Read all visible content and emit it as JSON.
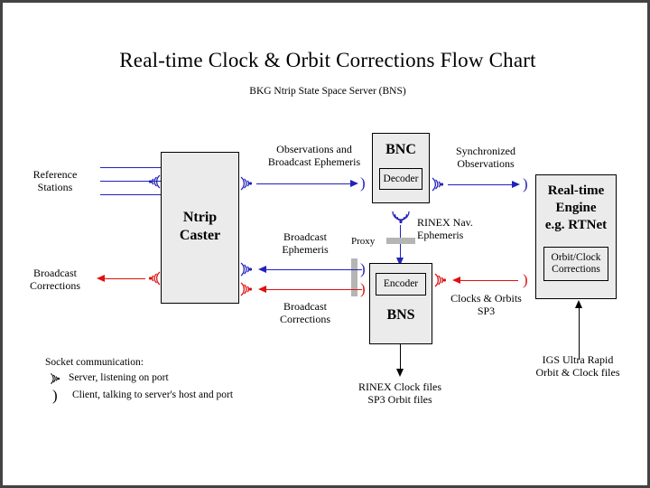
{
  "diagram": {
    "title": "Real-time Clock & Orbit Corrections Flow Chart",
    "subtitle": "BKG Ntrip State Space Server  (BNS)",
    "colors": {
      "blue_flow": "#2222bb",
      "red_flow": "#dd1111",
      "black_flow": "#000000",
      "box_fill": "#ebebeb",
      "box_border": "#000000",
      "proxy_bar": "#b5b5b5",
      "frame": "#434343",
      "background": "#ffffff"
    },
    "nodes": {
      "reference_stations": {
        "label": "Reference\nStations"
      },
      "ntrip_caster": {
        "label": "Ntrip\nCaster"
      },
      "bnc": {
        "label": "BNC",
        "inner": "Decoder"
      },
      "bns": {
        "label": "BNS",
        "inner": "Encoder"
      },
      "realtime_engine": {
        "label": "Real-time\nEngine\ne.g. RTNet",
        "inner": "Orbit/Clock\nCorrections"
      },
      "proxy": {
        "label": "Proxy"
      }
    },
    "edge_labels": {
      "observations_broadcast_ephemeris": "Observations and\nBroadcast Ephemeris",
      "synchronized_observations": "Synchronized\nObservations",
      "broadcast_ephemeris": "Broadcast\nEphemeris",
      "broadcast_corrections_center": "Broadcast\nCorrections",
      "broadcast_corrections_left": "Broadcast\nCorrections",
      "rinex_nav_ephemeris": "RINEX Nav.\nEphemeris",
      "clocks_orbits_sp3": "Clocks & Orbits\nSP3",
      "rinex_clock_sp3_files": "RINEX Clock files\nSP3 Orbit files",
      "igs_ultra_rapid": "IGS Ultra Rapid\nOrbit & Clock files"
    },
    "legend": {
      "heading": "Socket communication:",
      "items": [
        {
          "icon": "server-socket-icon",
          "text": "Server, listening on port"
        },
        {
          "icon": "client-socket-icon",
          "text": "Client, talking to server's host and port"
        }
      ]
    }
  }
}
